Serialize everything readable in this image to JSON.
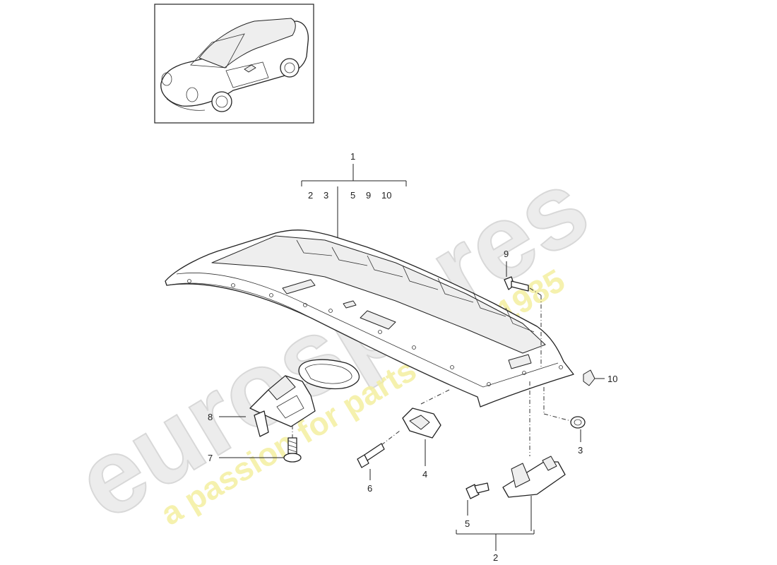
{
  "watermark": {
    "brand": "eurospares",
    "tagline": "a passion for parts since 1985",
    "brand_color": "#e6e6e6",
    "tagline_color": "#f3efa0"
  },
  "thumbnail": {
    "icon": "car-convertible-icon"
  },
  "callouts": {
    "c1": "1",
    "c1_components": [
      "2",
      "3",
      "5",
      "9",
      "10"
    ],
    "c2": "2",
    "c3": "3",
    "c4": "4",
    "c5": "5",
    "c6": "6",
    "c7": "7",
    "c8": "8",
    "c9": "9",
    "c10": "10"
  }
}
